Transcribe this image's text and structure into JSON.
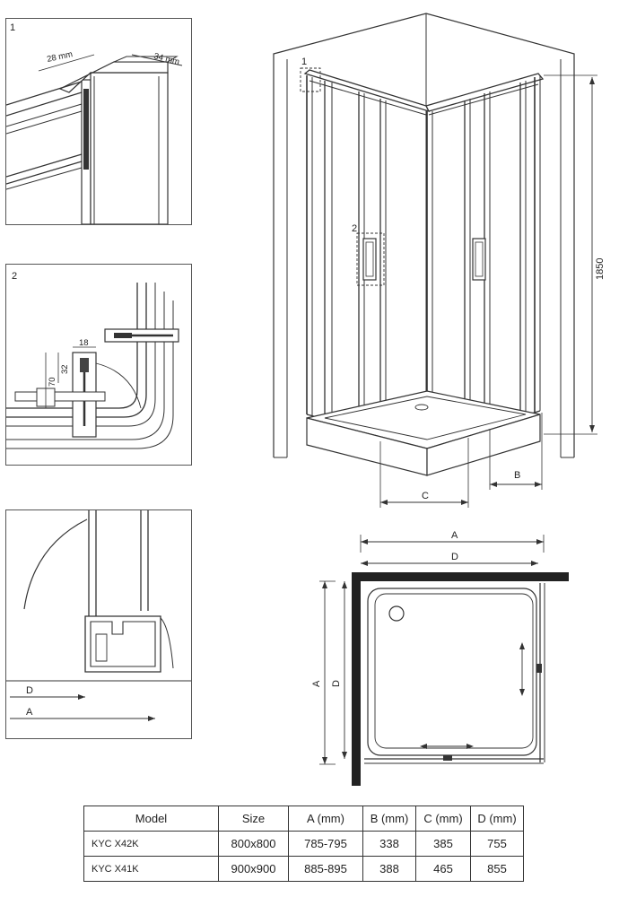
{
  "detail1": {
    "number": "1",
    "dim_left": "28 mm",
    "dim_right": "34 mm"
  },
  "detail2": {
    "number": "2",
    "dim_18": "18",
    "dim_32": "32",
    "dim_70": "70"
  },
  "detail3": {
    "label_d": "D",
    "label_a": "A"
  },
  "perspective": {
    "callout_1": "1",
    "callout_2": "2",
    "height": "1850",
    "label_b": "B",
    "label_c": "C"
  },
  "plan": {
    "label_a_top": "A",
    "label_d_top": "D",
    "label_a_side": "A",
    "label_d_side": "D"
  },
  "table": {
    "headers": [
      "Model",
      "Size",
      "A (mm)",
      "B (mm)",
      "C (mm)",
      "D (mm)"
    ],
    "rows": [
      [
        "KYC X42K",
        "800x800",
        "785-795",
        "338",
        "385",
        "755"
      ],
      [
        "KYC X41K",
        "900x900",
        "885-895",
        "388",
        "465",
        "855"
      ]
    ]
  }
}
